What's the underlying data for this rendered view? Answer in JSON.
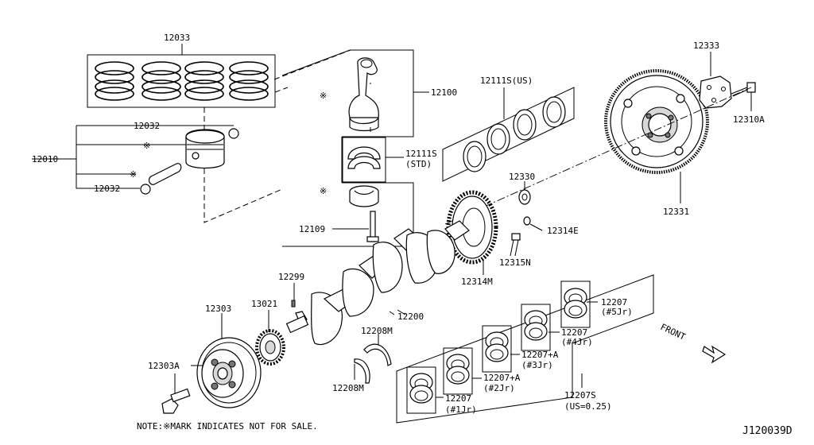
{
  "diagram": {
    "labels": {
      "l12033": "12033",
      "l12032a": "12032",
      "l12010": "12010",
      "l12032b": "12032",
      "l12100": "12100",
      "l12111s_std": "12111S",
      "l12111s_std_sub": "(STD)",
      "l12109": "12109",
      "l12111s_us": "12111S(US)",
      "l12330": "12330",
      "l12314e": "12314E",
      "l12315n": "12315N",
      "l12314m": "12314M",
      "l12333": "12333",
      "l12310a": "12310A",
      "l12331": "12331",
      "l12299": "12299",
      "l12303": "12303",
      "l13021": "13021",
      "l12303a": "12303A",
      "l12200": "12200",
      "l12208m_a": "12208M",
      "l12208m_b": "12208M",
      "l12207_5": "12207",
      "l12207_5_sub": "(#5Jr)",
      "l12207_4": "12207",
      "l12207_4_sub": "(#4Jr)",
      "l12207a_3": "12207+A",
      "l12207a_3_sub": "(#3Jr)",
      "l12207a_2": "12207+A",
      "l12207a_2_sub": "(#2Jr)",
      "l12207_1": "12207",
      "l12207_1_sub": "(#1Jr)",
      "l12207s": "12207S",
      "l12207s_sub": "(US=0.25)",
      "front": "FRONT",
      "mark1": "※",
      "mark2": "※",
      "mark3": "※",
      "mark4": "※"
    },
    "note": "NOTE:※MARK INDICATES NOT FOR SALE.",
    "diagram_id": "J120039D"
  }
}
